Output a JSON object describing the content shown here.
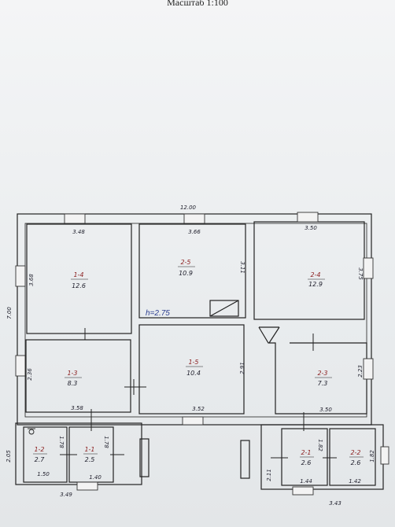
{
  "header": {
    "scale": "Масштаб 1:100"
  },
  "dimensions": {
    "total_width": "12.00",
    "total_height": "7.00",
    "room_1_4_width": "3.48",
    "room_1_4_height": "3.68",
    "room_2_5_width": "3.66",
    "room_2_5_height": "3.11",
    "room_2_4_width": "3.50",
    "room_2_4_height": "3.75",
    "room_1_3_width": "3.58",
    "room_1_3_height": "2.36",
    "room_1_5_width": "3.52",
    "room_1_5_height": "2.91",
    "room_2_3_width": "3.50",
    "room_2_3_height": "2.23",
    "porch_left_height": "2.05",
    "room_1_2_width": "1.50",
    "room_1_2_height": "1.78",
    "room_1_1_width": "1.40",
    "room_1_1_height": "1.78",
    "porch_left_width": "3.49",
    "porch_right_height": "2.11",
    "room_2_1_width": "1.44",
    "room_2_1_height": "1.82",
    "room_2_2_width": "1.42",
    "room_2_2_height": "1.82",
    "porch_right_width": "3.43"
  },
  "rooms": [
    {
      "id": "1-4",
      "area": "12.6"
    },
    {
      "id": "2-5",
      "area": "10.9"
    },
    {
      "id": "2-4",
      "area": "12.9"
    },
    {
      "id": "1-3",
      "area": "8.3"
    },
    {
      "id": "1-5",
      "area": "10.4"
    },
    {
      "id": "2-3",
      "area": "7.3"
    },
    {
      "id": "1-2",
      "area": "2.7"
    },
    {
      "id": "1-1",
      "area": "2.5"
    },
    {
      "id": "2-1",
      "area": "2.6"
    },
    {
      "id": "2-2",
      "area": "2.6"
    }
  ],
  "ceiling_note": "h=2.75",
  "colors": {
    "ink": "#1d1d2a",
    "red_ink": "#8a1c1c",
    "blue_ink": "#2b3d8f"
  }
}
